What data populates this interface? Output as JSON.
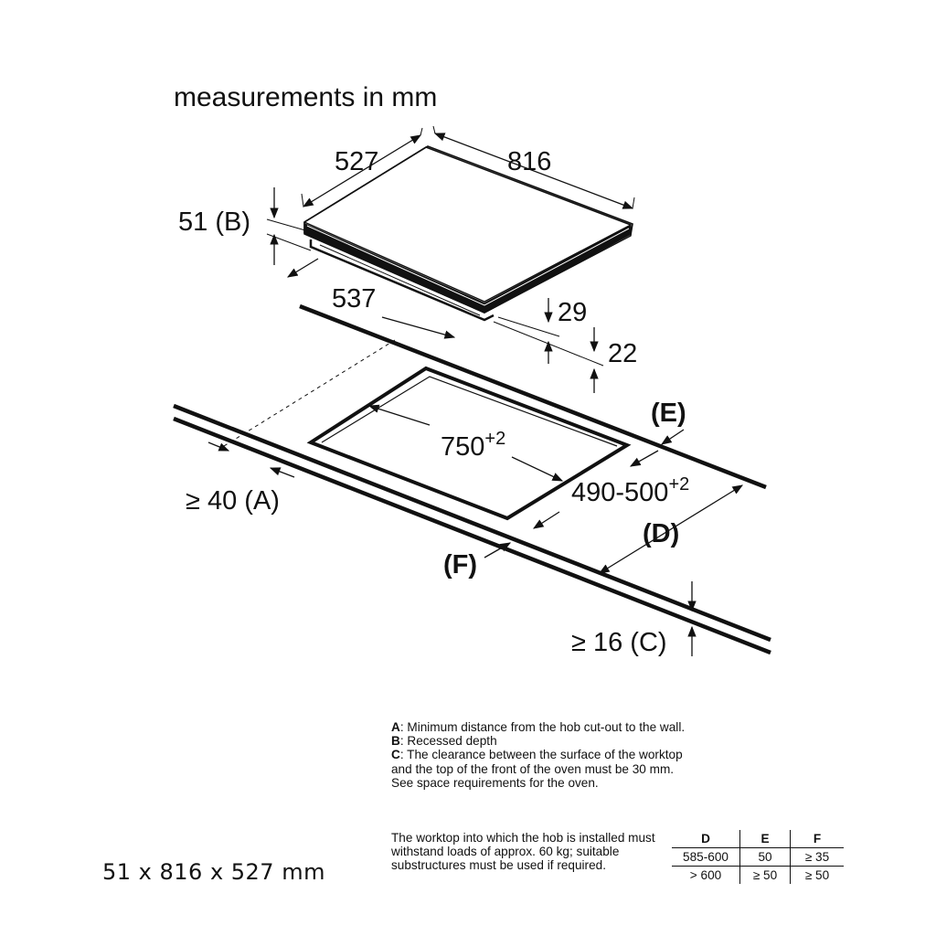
{
  "diagram": {
    "title": "measurements in mm",
    "dims": {
      "depth": "527",
      "width": "816",
      "height_b": "51 (B)",
      "recess_depth": "537",
      "d29": "29",
      "d22": "22",
      "cutout_width": "750",
      "cutout_width_tol": "+2",
      "cutout_depth": "490-500",
      "cutout_depth_tol": "+2",
      "min_a": "≥ 40 (A)",
      "min_c": "≥ 16 (C)",
      "label_d": "(D)",
      "label_e": "(E)",
      "label_f": "(F)"
    }
  },
  "legend": {
    "items": [
      {
        "key": "A",
        "text": ": Minimum distance from the hob cut-out to the wall."
      },
      {
        "key": "B",
        "text": ": Recessed depth"
      },
      {
        "key": "C",
        "text": ": The clearance between the surface of the worktop and the top of the front of the oven must be 30 mm. See space requirements for the oven."
      }
    ],
    "note": "The worktop into which the hob is installed must withstand loads of approx. 60 kg; suitable substructures must be used if required."
  },
  "size_label": "51 x 816 x 527 mm",
  "table": {
    "headers": [
      "D",
      "E",
      "F"
    ],
    "rows": [
      [
        "585-600",
        "50",
        "≥ 35"
      ],
      [
        "> 600",
        "≥ 50",
        "≥ 50"
      ]
    ]
  }
}
